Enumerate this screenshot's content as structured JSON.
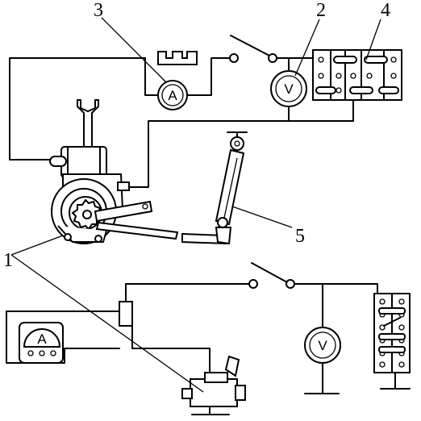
{
  "callouts": {
    "starter": "1",
    "voltmeter": "2",
    "ammeter": "3",
    "resistor_board": "4",
    "lever": "5"
  },
  "meters": {
    "ammeter_top": "A",
    "voltmeter_top": "V",
    "ammeter_bottom": "A",
    "voltmeter_bottom": "V"
  }
}
